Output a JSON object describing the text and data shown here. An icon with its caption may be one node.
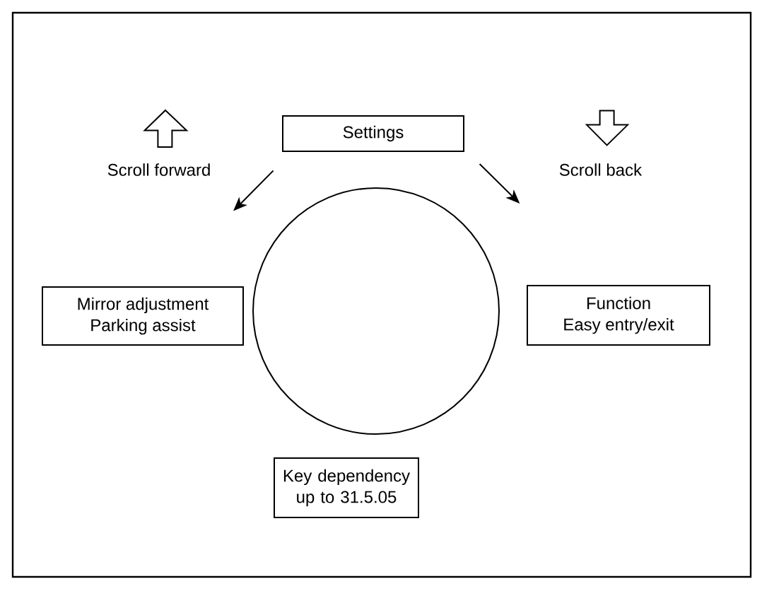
{
  "diagram": {
    "nodes": [
      {
        "text": [
          "Settings"
        ]
      },
      {
        "text": [],
        "shape": "circle"
      },
      {
        "text": [
          "Mirror adjustment",
          "Parking assist"
        ]
      },
      {
        "text": [
          "Function",
          "Easy entry/exit"
        ]
      },
      {
        "text": [
          "Key dependency up to 31.5.05"
        ]
      }
    ],
    "labels": [
      "Scroll forward",
      "Scroll back"
    ]
  }
}
